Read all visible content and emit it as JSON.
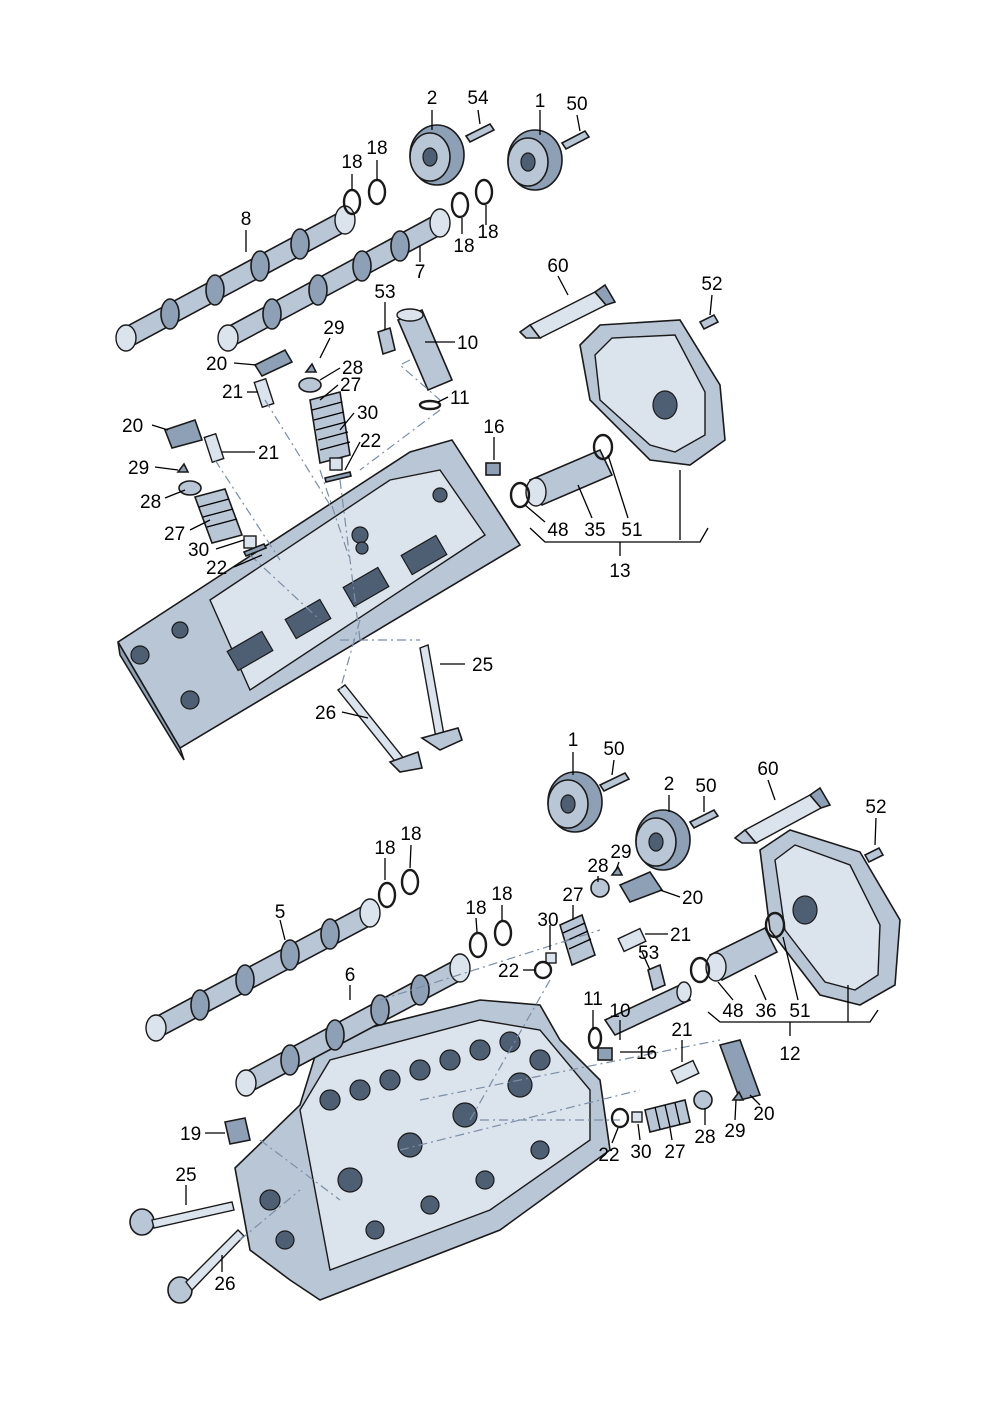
{
  "labels": [
    {
      "id": "l2a",
      "text": "2"
    },
    {
      "id": "l54",
      "text": "54"
    },
    {
      "id": "l1a",
      "text": "1"
    },
    {
      "id": "l50a",
      "text": "50"
    },
    {
      "id": "l18a",
      "text": "18"
    },
    {
      "id": "l18b",
      "text": "18"
    },
    {
      "id": "l8",
      "text": "8"
    },
    {
      "id": "l18c",
      "text": "18"
    },
    {
      "id": "l18d",
      "text": "18"
    },
    {
      "id": "l7",
      "text": "7"
    },
    {
      "id": "l60a",
      "text": "60"
    },
    {
      "id": "l52a",
      "text": "52"
    },
    {
      "id": "l53a",
      "text": "53"
    },
    {
      "id": "l10a",
      "text": "10"
    },
    {
      "id": "l29a",
      "text": "29"
    },
    {
      "id": "l20a",
      "text": "20"
    },
    {
      "id": "l28a",
      "text": "28"
    },
    {
      "id": "l21a",
      "text": "21"
    },
    {
      "id": "l27a",
      "text": "27"
    },
    {
      "id": "l11a",
      "text": "11"
    },
    {
      "id": "l30a",
      "text": "30"
    },
    {
      "id": "l20b",
      "text": "20"
    },
    {
      "id": "l22a",
      "text": "22"
    },
    {
      "id": "l16a",
      "text": "16"
    },
    {
      "id": "l21b",
      "text": "21"
    },
    {
      "id": "l29b",
      "text": "29"
    },
    {
      "id": "l28b",
      "text": "28"
    },
    {
      "id": "l48a",
      "text": "48"
    },
    {
      "id": "l35",
      "text": "35"
    },
    {
      "id": "l51a",
      "text": "51"
    },
    {
      "id": "l27b",
      "text": "27"
    },
    {
      "id": "l30b",
      "text": "30"
    },
    {
      "id": "l13",
      "text": "13"
    },
    {
      "id": "l22b",
      "text": "22"
    },
    {
      "id": "l25a",
      "text": "25"
    },
    {
      "id": "l26a",
      "text": "26"
    },
    {
      "id": "l1b",
      "text": "1"
    },
    {
      "id": "l50b",
      "text": "50"
    },
    {
      "id": "l60b",
      "text": "60"
    },
    {
      "id": "l2b",
      "text": "2"
    },
    {
      "id": "l50c",
      "text": "50"
    },
    {
      "id": "l52b",
      "text": "52"
    },
    {
      "id": "l18e",
      "text": "18"
    },
    {
      "id": "l18f",
      "text": "18"
    },
    {
      "id": "l29c",
      "text": "29"
    },
    {
      "id": "l28c",
      "text": "28"
    },
    {
      "id": "l20c",
      "text": "20"
    },
    {
      "id": "l5",
      "text": "5"
    },
    {
      "id": "l27c",
      "text": "27"
    },
    {
      "id": "l18g",
      "text": "18"
    },
    {
      "id": "l18h",
      "text": "18"
    },
    {
      "id": "l30c",
      "text": "30"
    },
    {
      "id": "l21c",
      "text": "21"
    },
    {
      "id": "l53b",
      "text": "53"
    },
    {
      "id": "l6",
      "text": "6"
    },
    {
      "id": "l22c",
      "text": "22"
    },
    {
      "id": "l11b",
      "text": "11"
    },
    {
      "id": "l10b",
      "text": "10"
    },
    {
      "id": "l48b",
      "text": "48"
    },
    {
      "id": "l36",
      "text": "36"
    },
    {
      "id": "l51b",
      "text": "51"
    },
    {
      "id": "l16b",
      "text": "16"
    },
    {
      "id": "l12",
      "text": "12"
    },
    {
      "id": "l21d",
      "text": "21"
    },
    {
      "id": "l19",
      "text": "19"
    },
    {
      "id": "l20d",
      "text": "20"
    },
    {
      "id": "l29d",
      "text": "29"
    },
    {
      "id": "l28d",
      "text": "28"
    },
    {
      "id": "l27d",
      "text": "27"
    },
    {
      "id": "l30d",
      "text": "30"
    },
    {
      "id": "l22d",
      "text": "22"
    },
    {
      "id": "l25b",
      "text": "25"
    },
    {
      "id": "l26b",
      "text": "26"
    }
  ]
}
